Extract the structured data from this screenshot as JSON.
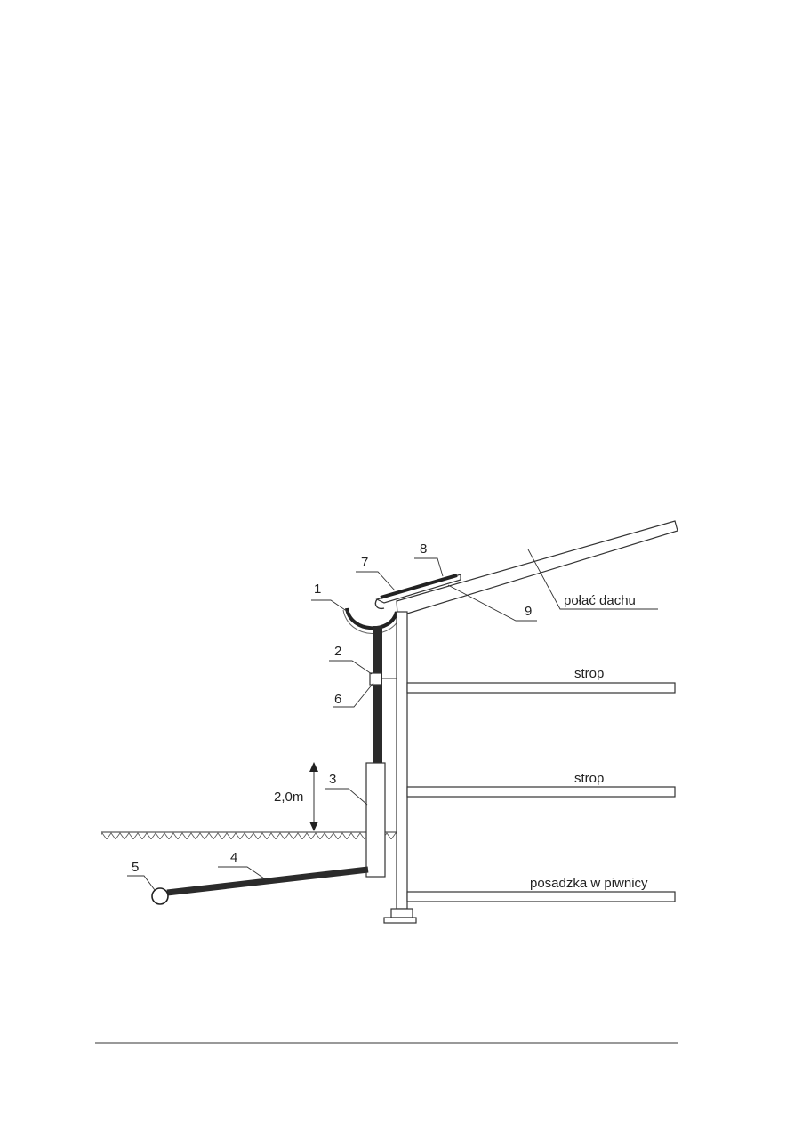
{
  "diagram": {
    "callouts": [
      "1",
      "2",
      "3",
      "4",
      "5",
      "6",
      "7",
      "8",
      "9"
    ],
    "labels": {
      "roof": "połać dachu",
      "ceiling_upper": "strop",
      "ceiling_lower": "strop",
      "basement_floor": "posadzka w piwnicy"
    },
    "dimension": "2,0m"
  },
  "colors": {
    "line": "#333333",
    "pipe": "#2b2b2b"
  }
}
